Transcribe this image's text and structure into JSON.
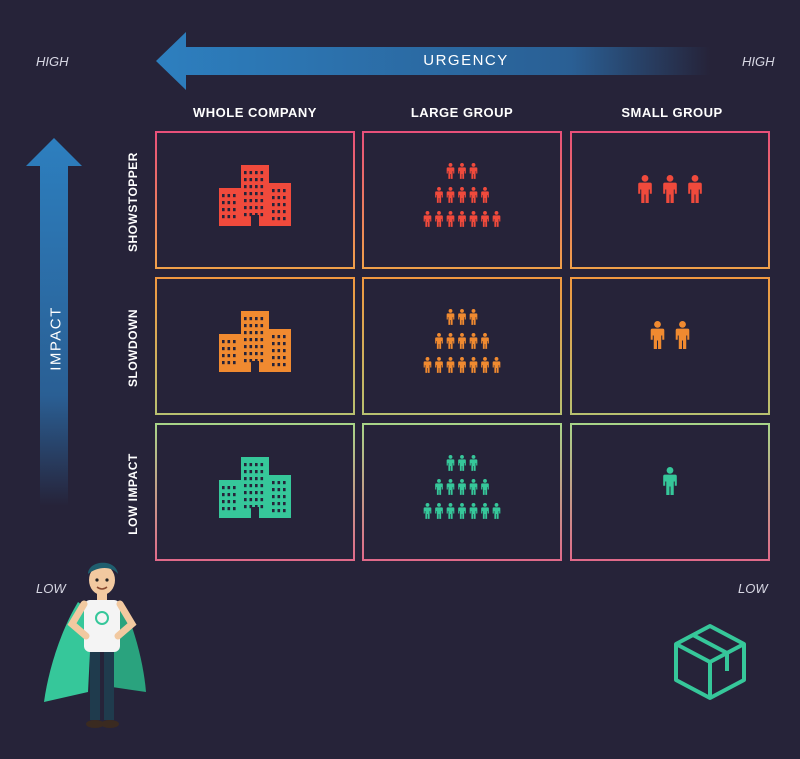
{
  "axes": {
    "urgency_title": "URGENCY",
    "impact_title": "IMPACT",
    "urgency_high": "HIGH",
    "impact_high": "HIGH",
    "impact_low": "LOW",
    "urgency_low": "LOW"
  },
  "columns": [
    "WHOLE COMPANY",
    "LARGE GROUP",
    "SMALL GROUP"
  ],
  "rows": [
    {
      "label": "SHOWSTOPPER",
      "color": "#f04a3c",
      "small_group_people": 3
    },
    {
      "label": "SLOWDOWN",
      "color": "#f08a30",
      "small_group_people": 2
    },
    {
      "label": "LOW IMPACT",
      "color": "#36c79a",
      "small_group_people": 1
    }
  ],
  "colors": {
    "background": "#262339",
    "arrow": "#2a72a8",
    "logo": "#36c79a"
  },
  "icons": {
    "whole_company": "building-icon",
    "large_group": "crowd-pyramid-icon",
    "small_group": "person-icon",
    "logo": "cube-logo-icon",
    "mascot": "superhero-mascot"
  }
}
